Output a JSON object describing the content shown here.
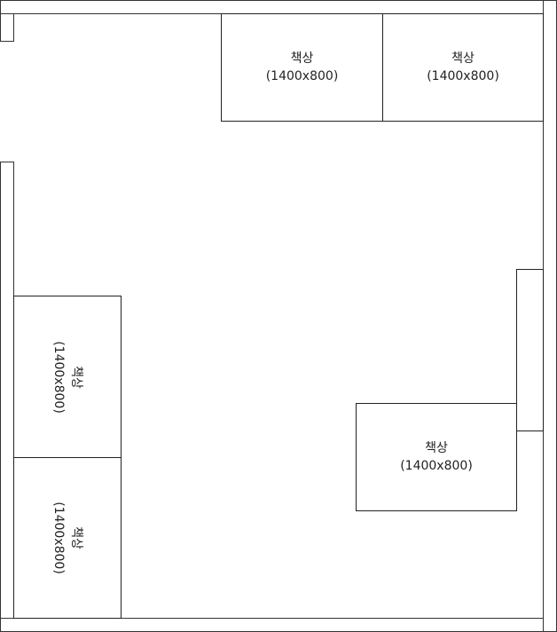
{
  "desks": [
    {
      "name": "책상",
      "size": "(1400x800)"
    },
    {
      "name": "책상",
      "size": "(1400x800)"
    },
    {
      "name": "책상",
      "size": "(1400x800)"
    },
    {
      "name": "책상",
      "size": "(1400x800)"
    },
    {
      "name": "책상",
      "size": "(1400x800)"
    }
  ]
}
